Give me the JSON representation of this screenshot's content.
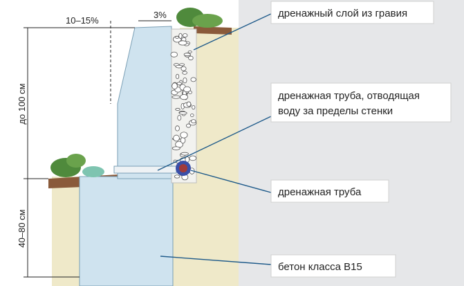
{
  "dimensions": {
    "wall_height": "до 100 см",
    "foundation_depth": "40–80 см",
    "face_slope": "10–15%",
    "top_slope": "3%"
  },
  "callouts": [
    {
      "id": "gravel",
      "text": "дренажный слой из гравия"
    },
    {
      "id": "pipe_outlet",
      "lines": [
        "дренажная труба, отводящая",
        "воду за пределы стенки"
      ]
    },
    {
      "id": "drain_pipe",
      "text": "дренажная труба"
    },
    {
      "id": "concrete",
      "text": "бетон класса В15"
    }
  ],
  "colors": {
    "background_panel": "#e6e7e9",
    "concrete_fill": "#cfe3ef",
    "soil_fill": "#efe9c9",
    "gravel_fill": "#f2f2ef",
    "grass": "#3d7a3a",
    "callout_box": "#ffffff",
    "leader_line": "#1e5a8a",
    "pipe": "#3a4fa8"
  }
}
